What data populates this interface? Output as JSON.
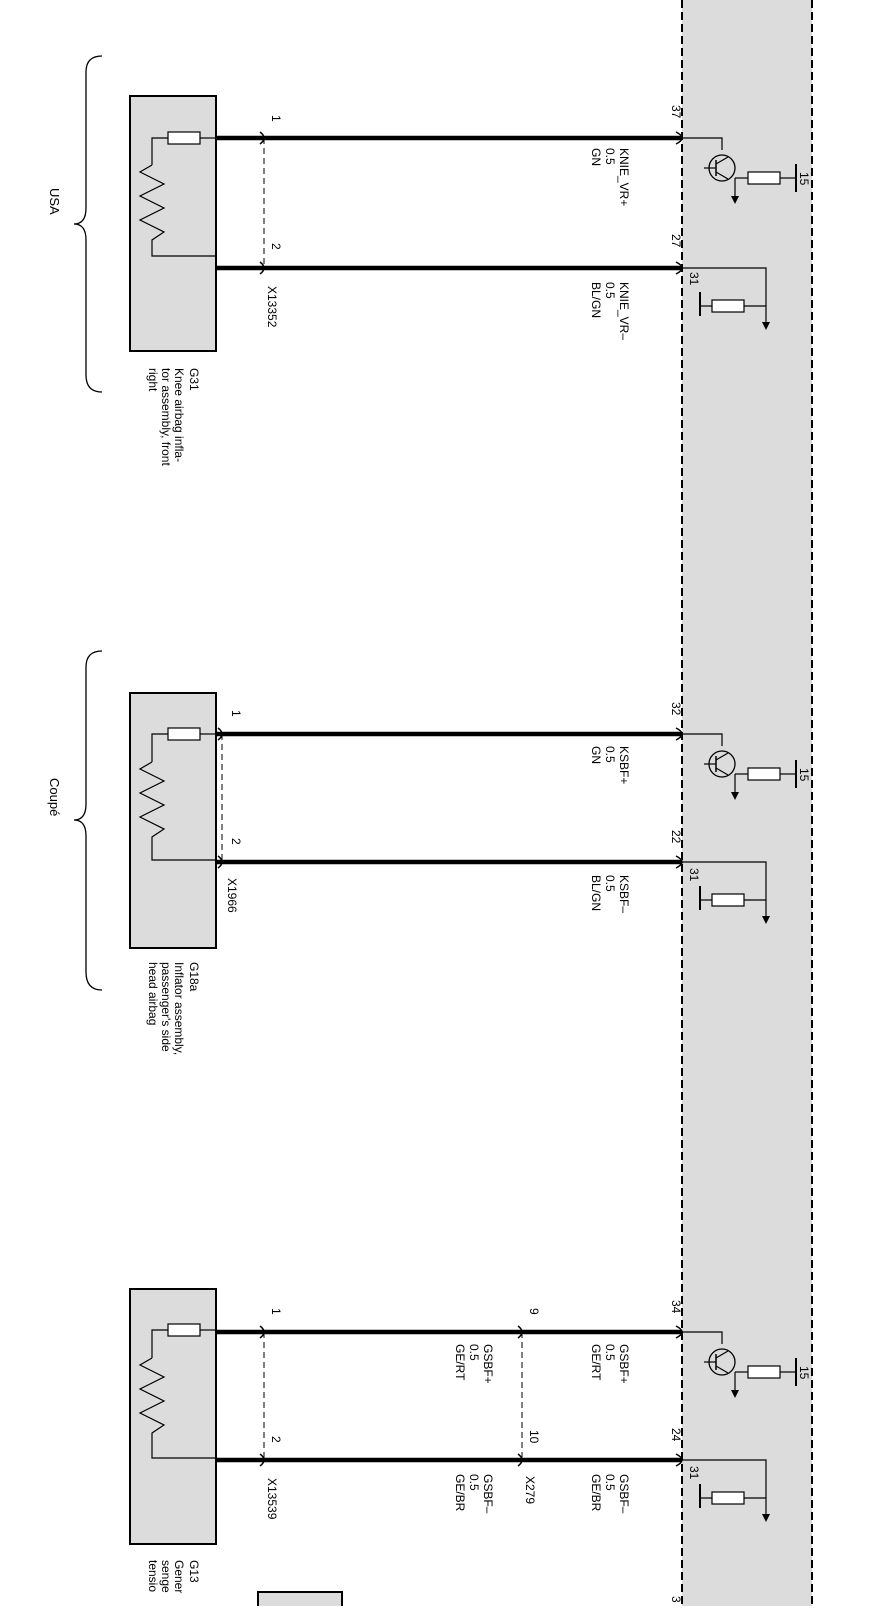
{
  "control_unit": {
    "fill": "#dcdcdc",
    "border": "#000000"
  },
  "circuits": [
    {
      "group": "USA",
      "component": {
        "id": "G31",
        "desc": [
          "Knee airbag infla-",
          "tor assembly, front",
          "right"
        ]
      },
      "connector": "X13352",
      "pins_component": [
        "1",
        "2"
      ],
      "pins_unit": [
        "37",
        "27"
      ],
      "ground_label": "31",
      "supply_label": "15",
      "wires": [
        {
          "signal": "KNIE_VR+",
          "size": "0.5",
          "color": "GN"
        },
        {
          "signal": "KNIE_VR–",
          "size": "0.5",
          "color": "BL/GN"
        }
      ]
    },
    {
      "group": "Coupé",
      "component": {
        "id": "G18a",
        "desc": [
          "Inflator assembly,",
          "passenger's side",
          "head airbag"
        ]
      },
      "connector": "X1966",
      "pins_component": [
        "1",
        "2"
      ],
      "pins_unit": [
        "32",
        "22"
      ],
      "ground_label": "31",
      "supply_label": "15",
      "wires": [
        {
          "signal": "KSBF+",
          "size": "0.5",
          "color": "GN"
        },
        {
          "signal": "KSBF–",
          "size": "0.5",
          "color": "BL/GN"
        }
      ]
    },
    {
      "group": "",
      "component": {
        "id": "G13",
        "desc": [
          "Gener",
          "senge",
          "tensio"
        ]
      },
      "connector": "X13539",
      "pins_component": [
        "1",
        "2"
      ],
      "pins_unit": [
        "34",
        "24"
      ],
      "ground_label": "31",
      "supply_label": "15",
      "inline_connector": {
        "id": "X279",
        "pins": [
          "9",
          "10"
        ]
      },
      "wires": [
        {
          "signal": "GSBF+",
          "size": "0.5",
          "color": "GE/RT"
        },
        {
          "signal": "GSBF–",
          "size": "0.5",
          "color": "GE/BR"
        }
      ],
      "wires_component_side": [
        {
          "signal": "GSBF+",
          "size": "0.5",
          "color": "GE/RT"
        },
        {
          "signal": "GSBF–",
          "size": "0.5",
          "color": "GE/BR"
        }
      ]
    }
  ],
  "partial_pin": "3"
}
